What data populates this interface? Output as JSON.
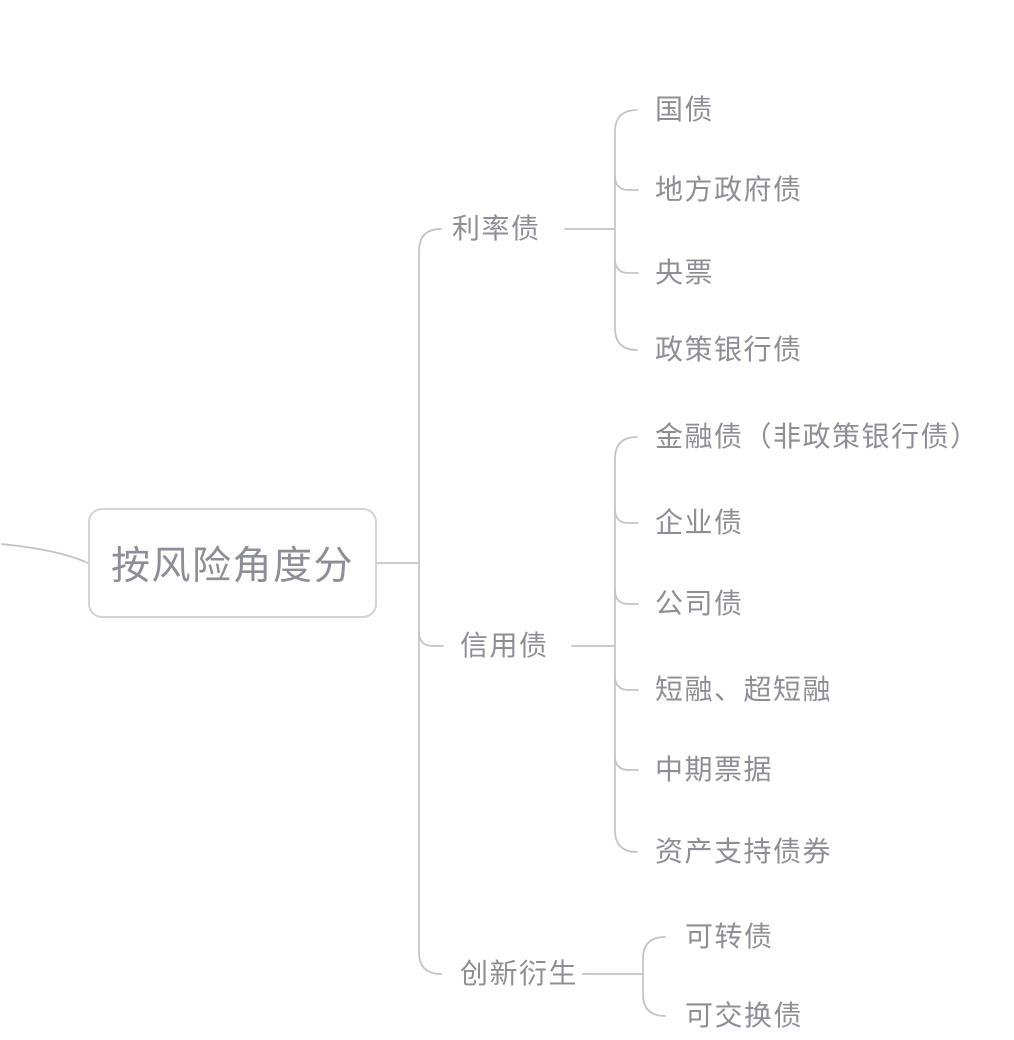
{
  "style": {
    "background": "#ffffff",
    "text_color": "#8e8e97",
    "line_color": "#c2c2ca",
    "root_border_color": "#d2d2d9"
  },
  "tree": {
    "root": {
      "label": "按风险角度分"
    },
    "branches": [
      {
        "label": "利率债",
        "children": [
          "国债",
          "地方政府债",
          "央票",
          "政策银行债"
        ]
      },
      {
        "label": "信用债",
        "children": [
          "金融债（非政策银行债）",
          "企业债",
          "公司债",
          "短融、超短融",
          "中期票据",
          "资产支持债券"
        ]
      },
      {
        "label": "创新衍生",
        "children": [
          "可转债",
          "可交换债"
        ]
      }
    ]
  }
}
